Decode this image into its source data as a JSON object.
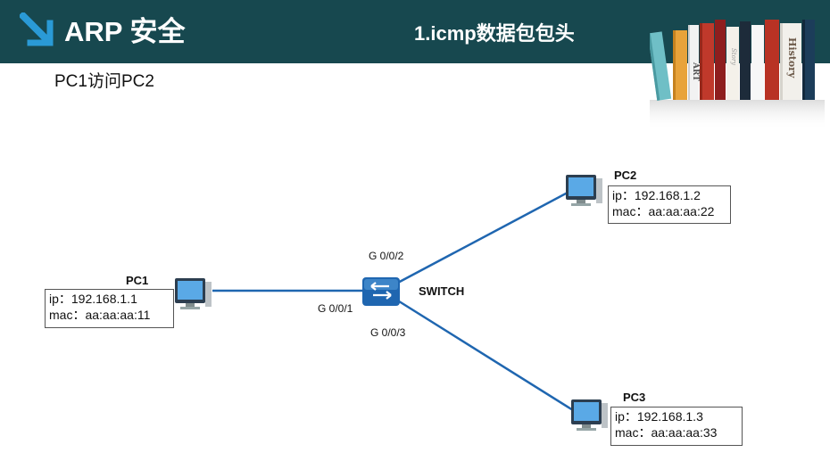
{
  "header": {
    "title": "ARP 安全",
    "subtitle": "1.icmp数据包包头",
    "background": "#17484f",
    "arrow_color": "#2a9ad6"
  },
  "scene_caption": "PC1访问PC2",
  "decoration": {
    "book_spine_labels": [
      "ART",
      "History"
    ]
  },
  "network": {
    "switch": {
      "label": "SWITCH",
      "ports": [
        "G 0/0/1",
        "G 0/0/2",
        "G 0/0/3"
      ],
      "icon": "switch-icon",
      "color": "#1f66b0"
    },
    "hosts": [
      {
        "name": "PC1",
        "ip": "ip：192.168.1.1",
        "mac": "mac：aa:aa:aa:11",
        "port": "G 0/0/1"
      },
      {
        "name": "PC2",
        "ip": "ip：192.168.1.2",
        "mac": "mac：aa:aa:aa:22",
        "port": "G 0/0/2"
      },
      {
        "name": "PC3",
        "ip": "ip：192.168.1.3",
        "mac": "mac：aa:aa:aa:33",
        "port": "G 0/0/3"
      }
    ],
    "link_color": "#1f66b0"
  }
}
